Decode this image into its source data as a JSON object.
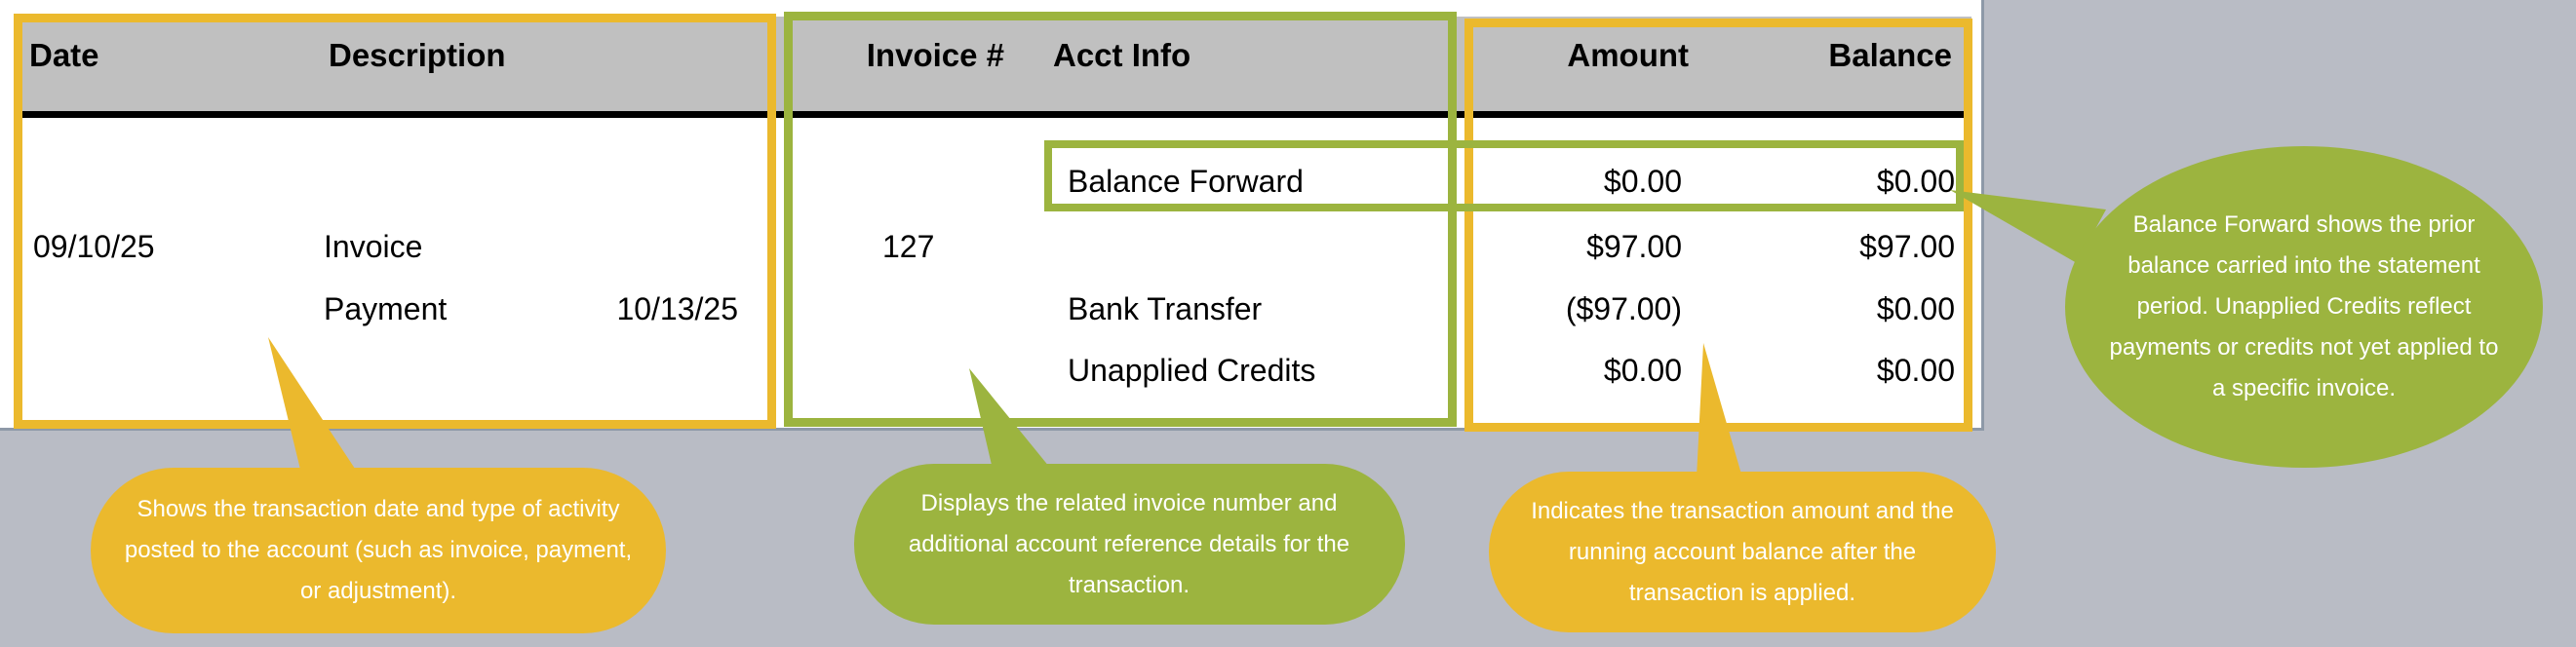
{
  "table": {
    "headers": {
      "date": "Date",
      "description": "Description",
      "invoice": "Invoice #",
      "acct_info": "Acct Info",
      "amount": "Amount",
      "balance": "Balance"
    },
    "rows": [
      {
        "date": "",
        "description": "",
        "desc_date": "",
        "invoice": "",
        "acct_info": "Balance Forward",
        "amount": "$0.00",
        "balance": "$0.00"
      },
      {
        "date": "09/10/25",
        "description": "Invoice",
        "desc_date": "",
        "invoice": "127",
        "acct_info": "",
        "amount": "$97.00",
        "balance": "$97.00"
      },
      {
        "date": "",
        "description": "Payment",
        "desc_date": "10/13/25",
        "invoice": "",
        "acct_info": "Bank Transfer",
        "amount": "($97.00)",
        "balance": "$0.00"
      },
      {
        "date": "",
        "description": "",
        "desc_date": "",
        "invoice": "",
        "acct_info": "Unapplied Credits",
        "amount": "$0.00",
        "balance": "$0.00"
      }
    ]
  },
  "callouts": {
    "date_description": "Shows the transaction date and type of activity posted to the account (such as invoice, payment, or adjustment).",
    "invoice_acct": "Displays the related invoice number and additional account reference details for the transaction.",
    "amount_balance": "Indicates the transaction amount and the running account balance after the transaction is applied.",
    "balance_forward": "Balance Forward shows the prior balance carried into the statement period. Unapplied Credits reflect payments or credits not yet applied to a specific invoice."
  },
  "colors": {
    "yellow": "#ebb92d",
    "green": "#9cb43f",
    "background": "#b9bcc5",
    "header": "#c0c0c0"
  }
}
